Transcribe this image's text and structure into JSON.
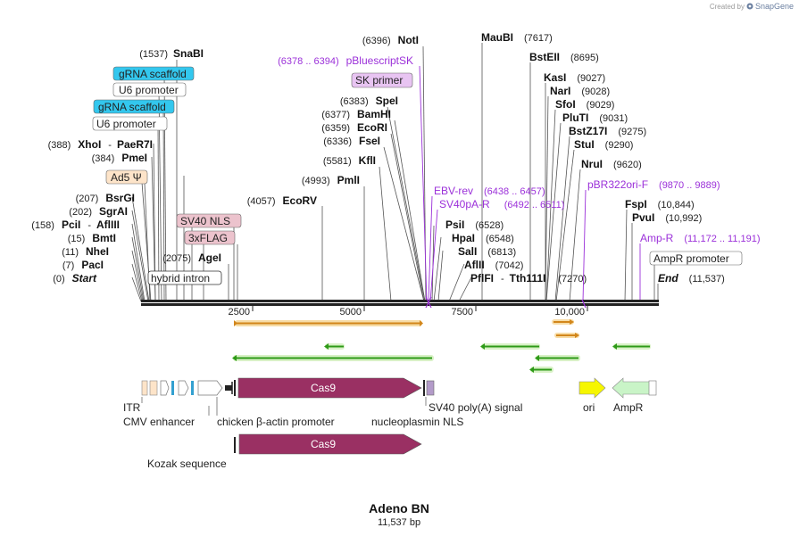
{
  "brand": {
    "created_by": "Created by",
    "name": "SnapGene"
  },
  "title": "Adeno BN",
  "subtitle": "11,537 bp",
  "colors": {
    "cas9": "#9a3063",
    "scaffold": "#33c7ee",
    "arrow_green": "#2e9a18",
    "arrow_orange": "#d2861b",
    "ori": "#f6f600",
    "ampr": "#c9f4c7",
    "primer": "#9b30d9"
  },
  "ruler_ticks": [
    "2500",
    "5000",
    "7500",
    "10,000"
  ],
  "left_sites": [
    {
      "pos": "(1537)",
      "name": "SnaBI"
    },
    {
      "pos": "(388)",
      "name": "XhoI",
      "sep": "-",
      "name2": "PaeR7I"
    },
    {
      "pos": "(384)",
      "name": "PmeI"
    },
    {
      "pos": "(207)",
      "name": "BsrGI"
    },
    {
      "pos": "(202)",
      "name": "SgrAI"
    },
    {
      "pos": "(158)",
      "name": "PciI",
      "sep": "-",
      "name2": "AflIII"
    },
    {
      "pos": "(15)",
      "name": "BmtI"
    },
    {
      "pos": "(11)",
      "name": "NheI"
    },
    {
      "pos": "(7)",
      "name": "PacI"
    },
    {
      "pos": "(0)",
      "name": "Start"
    },
    {
      "pos": "(2075)",
      "name": "AgeI"
    },
    {
      "pos": "(4057)",
      "name": "EcoRV"
    },
    {
      "pos": "(4993)",
      "name": "PmlI"
    },
    {
      "pos": "(5581)",
      "name": "KflI"
    }
  ],
  "boxed_features": {
    "grna1": "gRNA scaffold",
    "u6a": "U6 promoter",
    "grna2": "gRNA scaffold",
    "u6b": "U6 promoter",
    "ad5": "Ad5 Ψ",
    "sv40nls": "SV40 NLS",
    "flag": "3xFLAG",
    "hybrid": "hybrid intron",
    "skprimer": "SK primer",
    "ampprom": "AmpR promoter"
  },
  "center_sites": [
    {
      "pos": "(6396)",
      "name": "NotI"
    },
    {
      "pos": "(6383)",
      "name": "SpeI"
    },
    {
      "pos": "(6377)",
      "name": "BamHI"
    },
    {
      "pos": "(6359)",
      "name": "EcoRI"
    },
    {
      "pos": "(6336)",
      "name": "FseI"
    }
  ],
  "right_sites": [
    {
      "name": "MauBI",
      "pos": "(7617)"
    },
    {
      "name": "BstEII",
      "pos": "(8695)"
    },
    {
      "name": "KasI",
      "pos": "(9027)"
    },
    {
      "name": "NarI",
      "pos": "(9028)"
    },
    {
      "name": "SfoI",
      "pos": "(9029)"
    },
    {
      "name": "PluTI",
      "pos": "(9031)"
    },
    {
      "name": "BstZ17I",
      "pos": "(9275)"
    },
    {
      "name": "StuI",
      "pos": "(9290)"
    },
    {
      "name": "NruI",
      "pos": "(9620)"
    },
    {
      "name": "FspI",
      "pos": "(10,844)"
    },
    {
      "name": "PvuI",
      "pos": "(10,992)"
    },
    {
      "name": "PsiI",
      "pos": "(6528)"
    },
    {
      "name": "HpaI",
      "pos": "(6548)"
    },
    {
      "name": "SalI",
      "pos": "(6813)"
    },
    {
      "name": "AflII",
      "pos": "(7042)"
    },
    {
      "name": "PflFI",
      "sep": "-",
      "name2": "Tth111I",
      "pos": "(7270)"
    },
    {
      "name": "End",
      "pos": "(11,537)"
    }
  ],
  "primers": [
    {
      "pos": "(6378 .. 6394)",
      "name": "pBluescriptSK"
    },
    {
      "name": "EBV-rev",
      "pos": "(6438 .. 6457)"
    },
    {
      "name": "SV40pA-R",
      "pos": "(6492 .. 6511)"
    },
    {
      "name": "pBR322ori-F",
      "pos": "(9870 .. 9889)"
    },
    {
      "name": "Amp-R",
      "pos": "(11,172 .. 11,191)"
    }
  ],
  "bottom_features": {
    "itr": "ITR",
    "cmv": "CMV enhancer",
    "actin": "chicken β-actin promoter",
    "nucleo": "nucleoplasmin NLS",
    "sv40pa": "SV40 poly(A) signal",
    "ori": "ori",
    "ampr": "AmpR",
    "kozak": "Kozak sequence",
    "cas9": "Cas9",
    "cas9b": "Cas9"
  }
}
